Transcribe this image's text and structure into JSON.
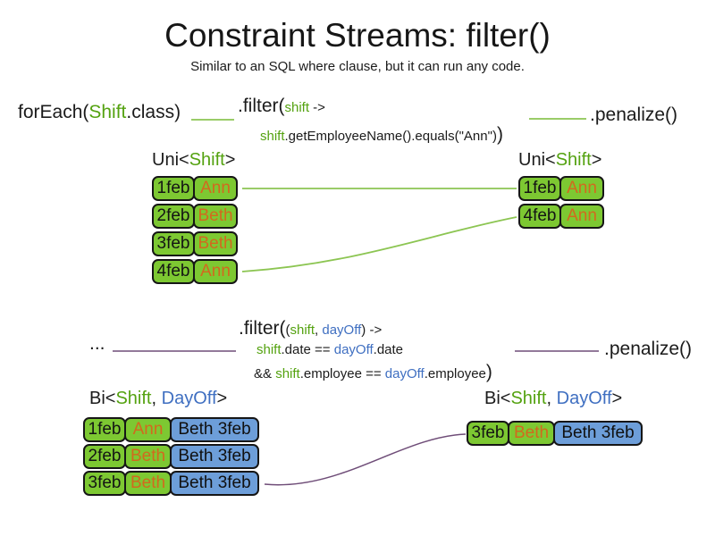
{
  "title": "Constraint Streams: filter()",
  "subtitle": "Similar to an SQL where clause, but it can run any code.",
  "colors": {
    "cell_green": "#7dc832",
    "cell_blue": "#6d9ed9",
    "text_green": "#54a210",
    "text_blue": "#3f6fc1",
    "text_orange": "#d2691e",
    "line_green": "#8cc552",
    "line_purple": "#6f4d78",
    "text_black": "#1b1b1b"
  },
  "code_top": {
    "foreach_pre": "forEach(",
    "foreach_type": "Shift",
    "foreach_post": ".class)",
    "filter_call": ".filter(",
    "filter_param": "shift",
    "filter_arrow": " ->",
    "body_var": "shift",
    "body_rest": ".getEmployeeName().equals(\"Ann\")",
    "body_close": ")",
    "penalize": ".penalize()"
  },
  "uni_left": {
    "header_pre": "Uni<",
    "header_type": "Shift",
    "header_post": ">",
    "rows": [
      {
        "date": "1feb",
        "name": "Ann"
      },
      {
        "date": "2feb",
        "name": "Beth"
      },
      {
        "date": "3feb",
        "name": "Beth"
      },
      {
        "date": "4feb",
        "name": "Ann"
      }
    ]
  },
  "uni_right": {
    "header_pre": "Uni<",
    "header_type": "Shift",
    "header_post": ">",
    "rows": [
      {
        "date": "1feb",
        "name": "Ann"
      },
      {
        "date": "4feb",
        "name": "Ann"
      }
    ]
  },
  "code_bottom": {
    "ellipsis": "...",
    "filter_call": ".filter(",
    "lambda_open": "(",
    "param1": "shift",
    "comma": ", ",
    "param2": "dayOff",
    "lambda_close": ")",
    "arrow": " ->",
    "l2_var1": "shift",
    "l2_mid": ".date == ",
    "l2_var2": "dayOff",
    "l2_end": ".date",
    "l3_amp": "&& ",
    "l3_var1": "shift",
    "l3_mid": ".employee == ",
    "l3_var2": "dayOff",
    "l3_end": ".employee",
    "l3_close": ")",
    "penalize": ".penalize()"
  },
  "bi_left": {
    "header_pre": "Bi<",
    "header_type1": "Shift",
    "header_comma": ", ",
    "header_type2": "DayOff",
    "header_post": ">",
    "rows": [
      {
        "date": "1feb",
        "name": "Ann",
        "dayoff": "Beth 3feb"
      },
      {
        "date": "2feb",
        "name": "Beth",
        "dayoff": "Beth 3feb"
      },
      {
        "date": "3feb",
        "name": "Beth",
        "dayoff": "Beth 3feb"
      }
    ]
  },
  "bi_right": {
    "header_pre": "Bi<",
    "header_type1": "Shift",
    "header_comma": ", ",
    "header_type2": "DayOff",
    "header_post": ">",
    "rows": [
      {
        "date": "3feb",
        "name": "Beth",
        "dayoff": "Beth 3feb"
      }
    ]
  }
}
